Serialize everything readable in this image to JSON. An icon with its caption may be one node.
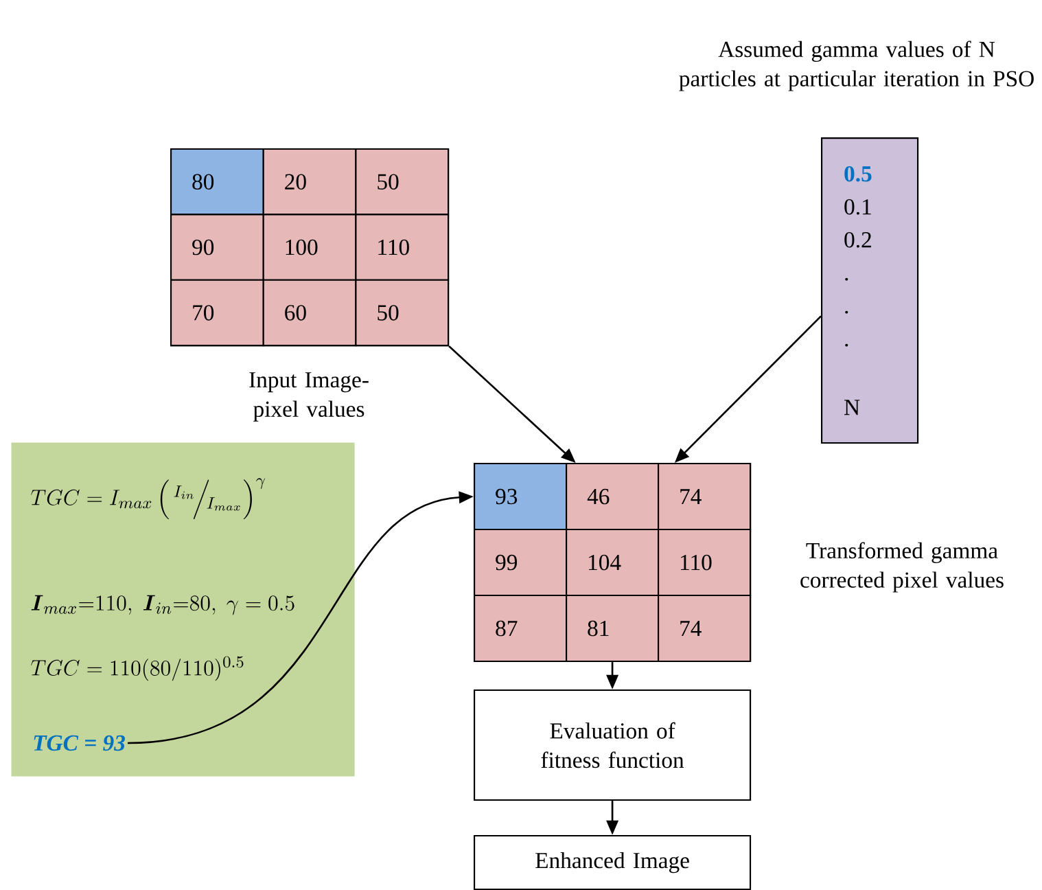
{
  "diagram": {
    "nodes": [
      {
        "text": [],
        "shape": "box",
        "beside": [
          "Input Image-pixel values"
        ]
      },
      {
        "text": [
          "80"
        ],
        "in": 0
      },
      {
        "text": [
          "20"
        ],
        "in": 0
      },
      {
        "text": [
          "50"
        ],
        "in": 0
      },
      {
        "text": [
          "90"
        ],
        "in": 0
      },
      {
        "text": [
          "100"
        ],
        "in": 0
      },
      {
        "text": [
          "110"
        ],
        "in": 0
      },
      {
        "text": [
          "70"
        ],
        "in": 0
      },
      {
        "text": [
          "60"
        ],
        "in": 0
      },
      {
        "text": [
          "50"
        ],
        "in": 0
      },
      {
        "text": [
          "0.5",
          "0.1",
          "0.2",
          ".",
          ".",
          ".",
          "N"
        ],
        "beside": [
          "Assumed gamma values of N particles at particular iteration in PSO"
        ]
      },
      {
        "text": [],
        "shape": "box",
        "beside": [
          "Transformed gamma corrected pixel values"
        ]
      },
      {
        "text": [
          "93"
        ],
        "in": 11
      },
      {
        "text": [
          "46"
        ],
        "in": 11
      },
      {
        "text": [
          "74"
        ],
        "in": 11
      },
      {
        "text": [
          "99"
        ],
        "in": 11
      },
      {
        "text": [
          "104"
        ],
        "in": 11
      },
      {
        "text": [
          "110"
        ],
        "in": 11
      },
      {
        "text": [
          "87"
        ],
        "in": 11
      },
      {
        "text": [
          "81"
        ],
        "in": 11
      },
      {
        "text": [
          "74"
        ],
        "in": 11
      },
      {
        "text": [
          "TGC = I_{max}\\left(\\,{}^{I_{in}}\\!\\Big/\\!{}_{I_{max}}\\right)^{\\gamma}",
          "\\boldsymbol{I}_{max}{=}110,\\; \\boldsymbol{I}_{in}{=}80,\\; \\gamma = 0.5",
          "TGC = 110(80/110)^{0.5}"
        ]
      },
      {
        "text": [
          "TGC = 93"
        ],
        "in": 21
      },
      {
        "text": [
          "Evaluation of fitness function"
        ]
      },
      {
        "text": [
          "Enhanced Image"
        ]
      }
    ],
    "edges": [
      {
        "from": 0,
        "to": 11,
        "arrow": "to"
      },
      {
        "from": 10,
        "to": 11,
        "arrow": "to"
      },
      {
        "from": 22,
        "to": 12,
        "arrow": "to"
      },
      {
        "from": 11,
        "to": 23,
        "arrow": "to"
      },
      {
        "from": 23,
        "to": 24,
        "arrow": "to"
      }
    ]
  }
}
